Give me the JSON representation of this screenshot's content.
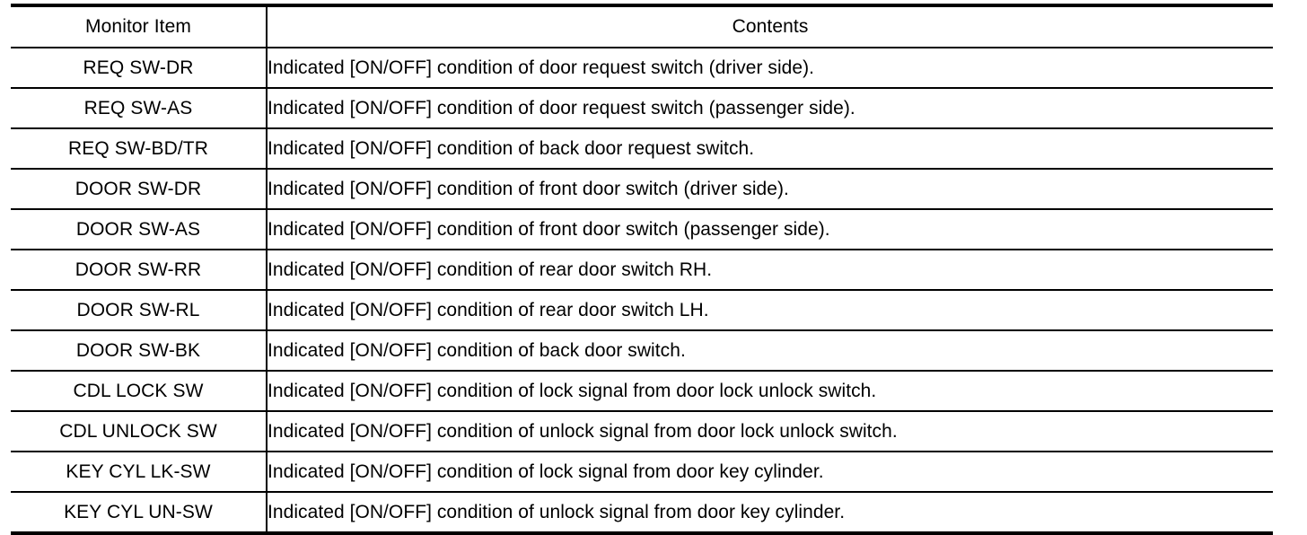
{
  "table": {
    "name": "monitor-item-contents-table",
    "headers": {
      "item": "Monitor Item",
      "contents": "Contents"
    },
    "rows": [
      {
        "item": "REQ SW-DR",
        "contents": "Indicated [ON/OFF] condition of door request switch (driver side)."
      },
      {
        "item": "REQ SW-AS",
        "contents": "Indicated [ON/OFF] condition of door request switch (passenger side)."
      },
      {
        "item": "REQ SW-BD/TR",
        "contents": "Indicated [ON/OFF] condition of back door request switch."
      },
      {
        "item": "DOOR SW-DR",
        "contents": "Indicated [ON/OFF] condition of front door switch (driver side)."
      },
      {
        "item": "DOOR SW-AS",
        "contents": "Indicated [ON/OFF] condition of front door switch (passenger side)."
      },
      {
        "item": "DOOR SW-RR",
        "contents": "Indicated [ON/OFF] condition of rear door switch RH."
      },
      {
        "item": "DOOR SW-RL",
        "contents": "Indicated [ON/OFF] condition of rear door switch LH."
      },
      {
        "item": "DOOR SW-BK",
        "contents": "Indicated [ON/OFF] condition of back door switch."
      },
      {
        "item": "CDL LOCK SW",
        "contents": "Indicated [ON/OFF] condition of lock signal from door lock unlock switch."
      },
      {
        "item": "CDL UNLOCK SW",
        "contents": "Indicated [ON/OFF] condition of unlock signal from door lock unlock switch."
      },
      {
        "item": "KEY CYL LK-SW",
        "contents": "Indicated [ON/OFF] condition of lock signal from door key cylinder."
      },
      {
        "item": "KEY CYL UN-SW",
        "contents": "Indicated [ON/OFF] condition of unlock signal from door key cylinder."
      }
    ]
  },
  "colors": {
    "text": "#000000",
    "rule": "#000000",
    "background": "#ffffff"
  }
}
